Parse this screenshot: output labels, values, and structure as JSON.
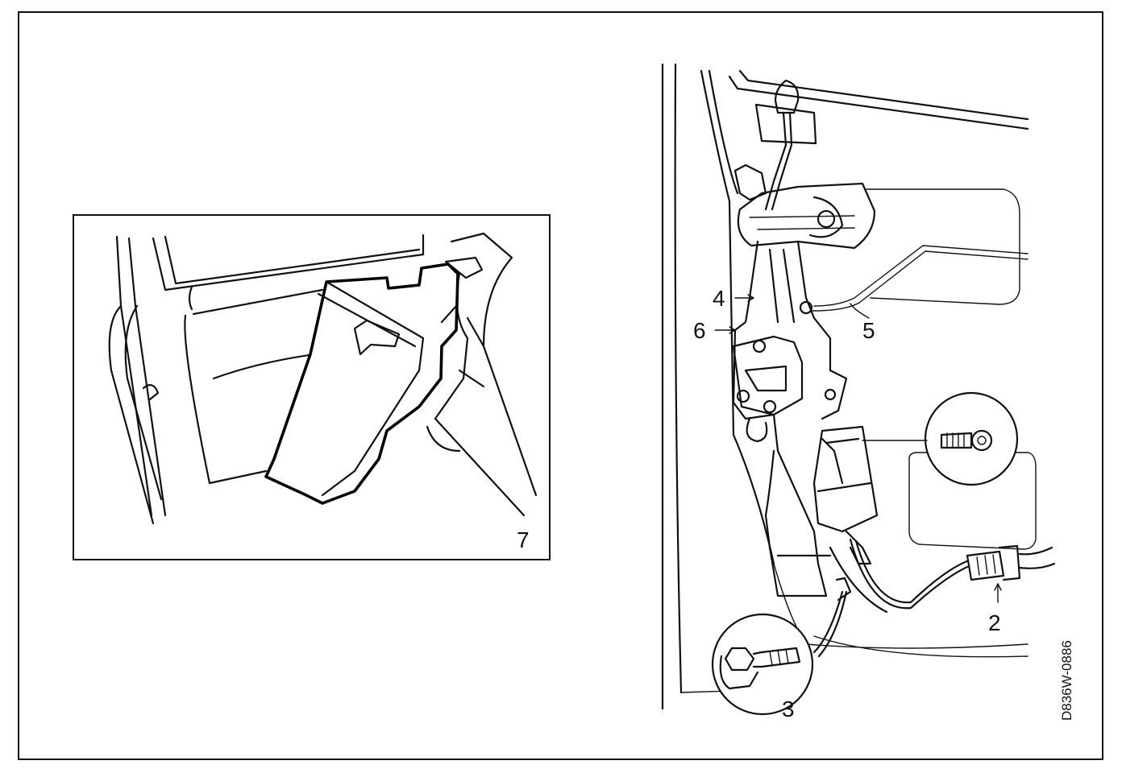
{
  "inset": {
    "figure_number": "7"
  },
  "callouts": {
    "c2": "2",
    "c3": "3",
    "c4": "4",
    "c5": "5",
    "c6": "6"
  },
  "drawing_code": "D836W-0886",
  "icons": [
    "door-panel-removal-illustration",
    "door-lock-assembly-illustration",
    "screw-icon",
    "bolt-icon",
    "connector-icon"
  ]
}
